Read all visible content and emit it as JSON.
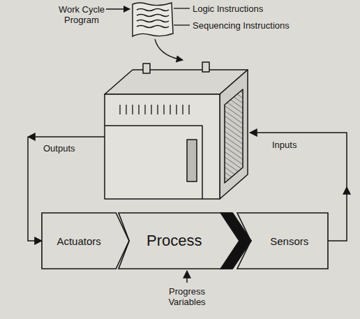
{
  "diagram": {
    "nodes": [
      {
        "text": [
          "Actuators"
        ]
      },
      {
        "text": [
          "Process"
        ]
      },
      {
        "text": [
          "Sensors"
        ]
      }
    ],
    "labels": [
      "Work Cycle Program",
      "Logic Instructions",
      "Sequencing Instructions",
      "Outputs",
      "Inputs",
      "Progress Variables"
    ]
  }
}
